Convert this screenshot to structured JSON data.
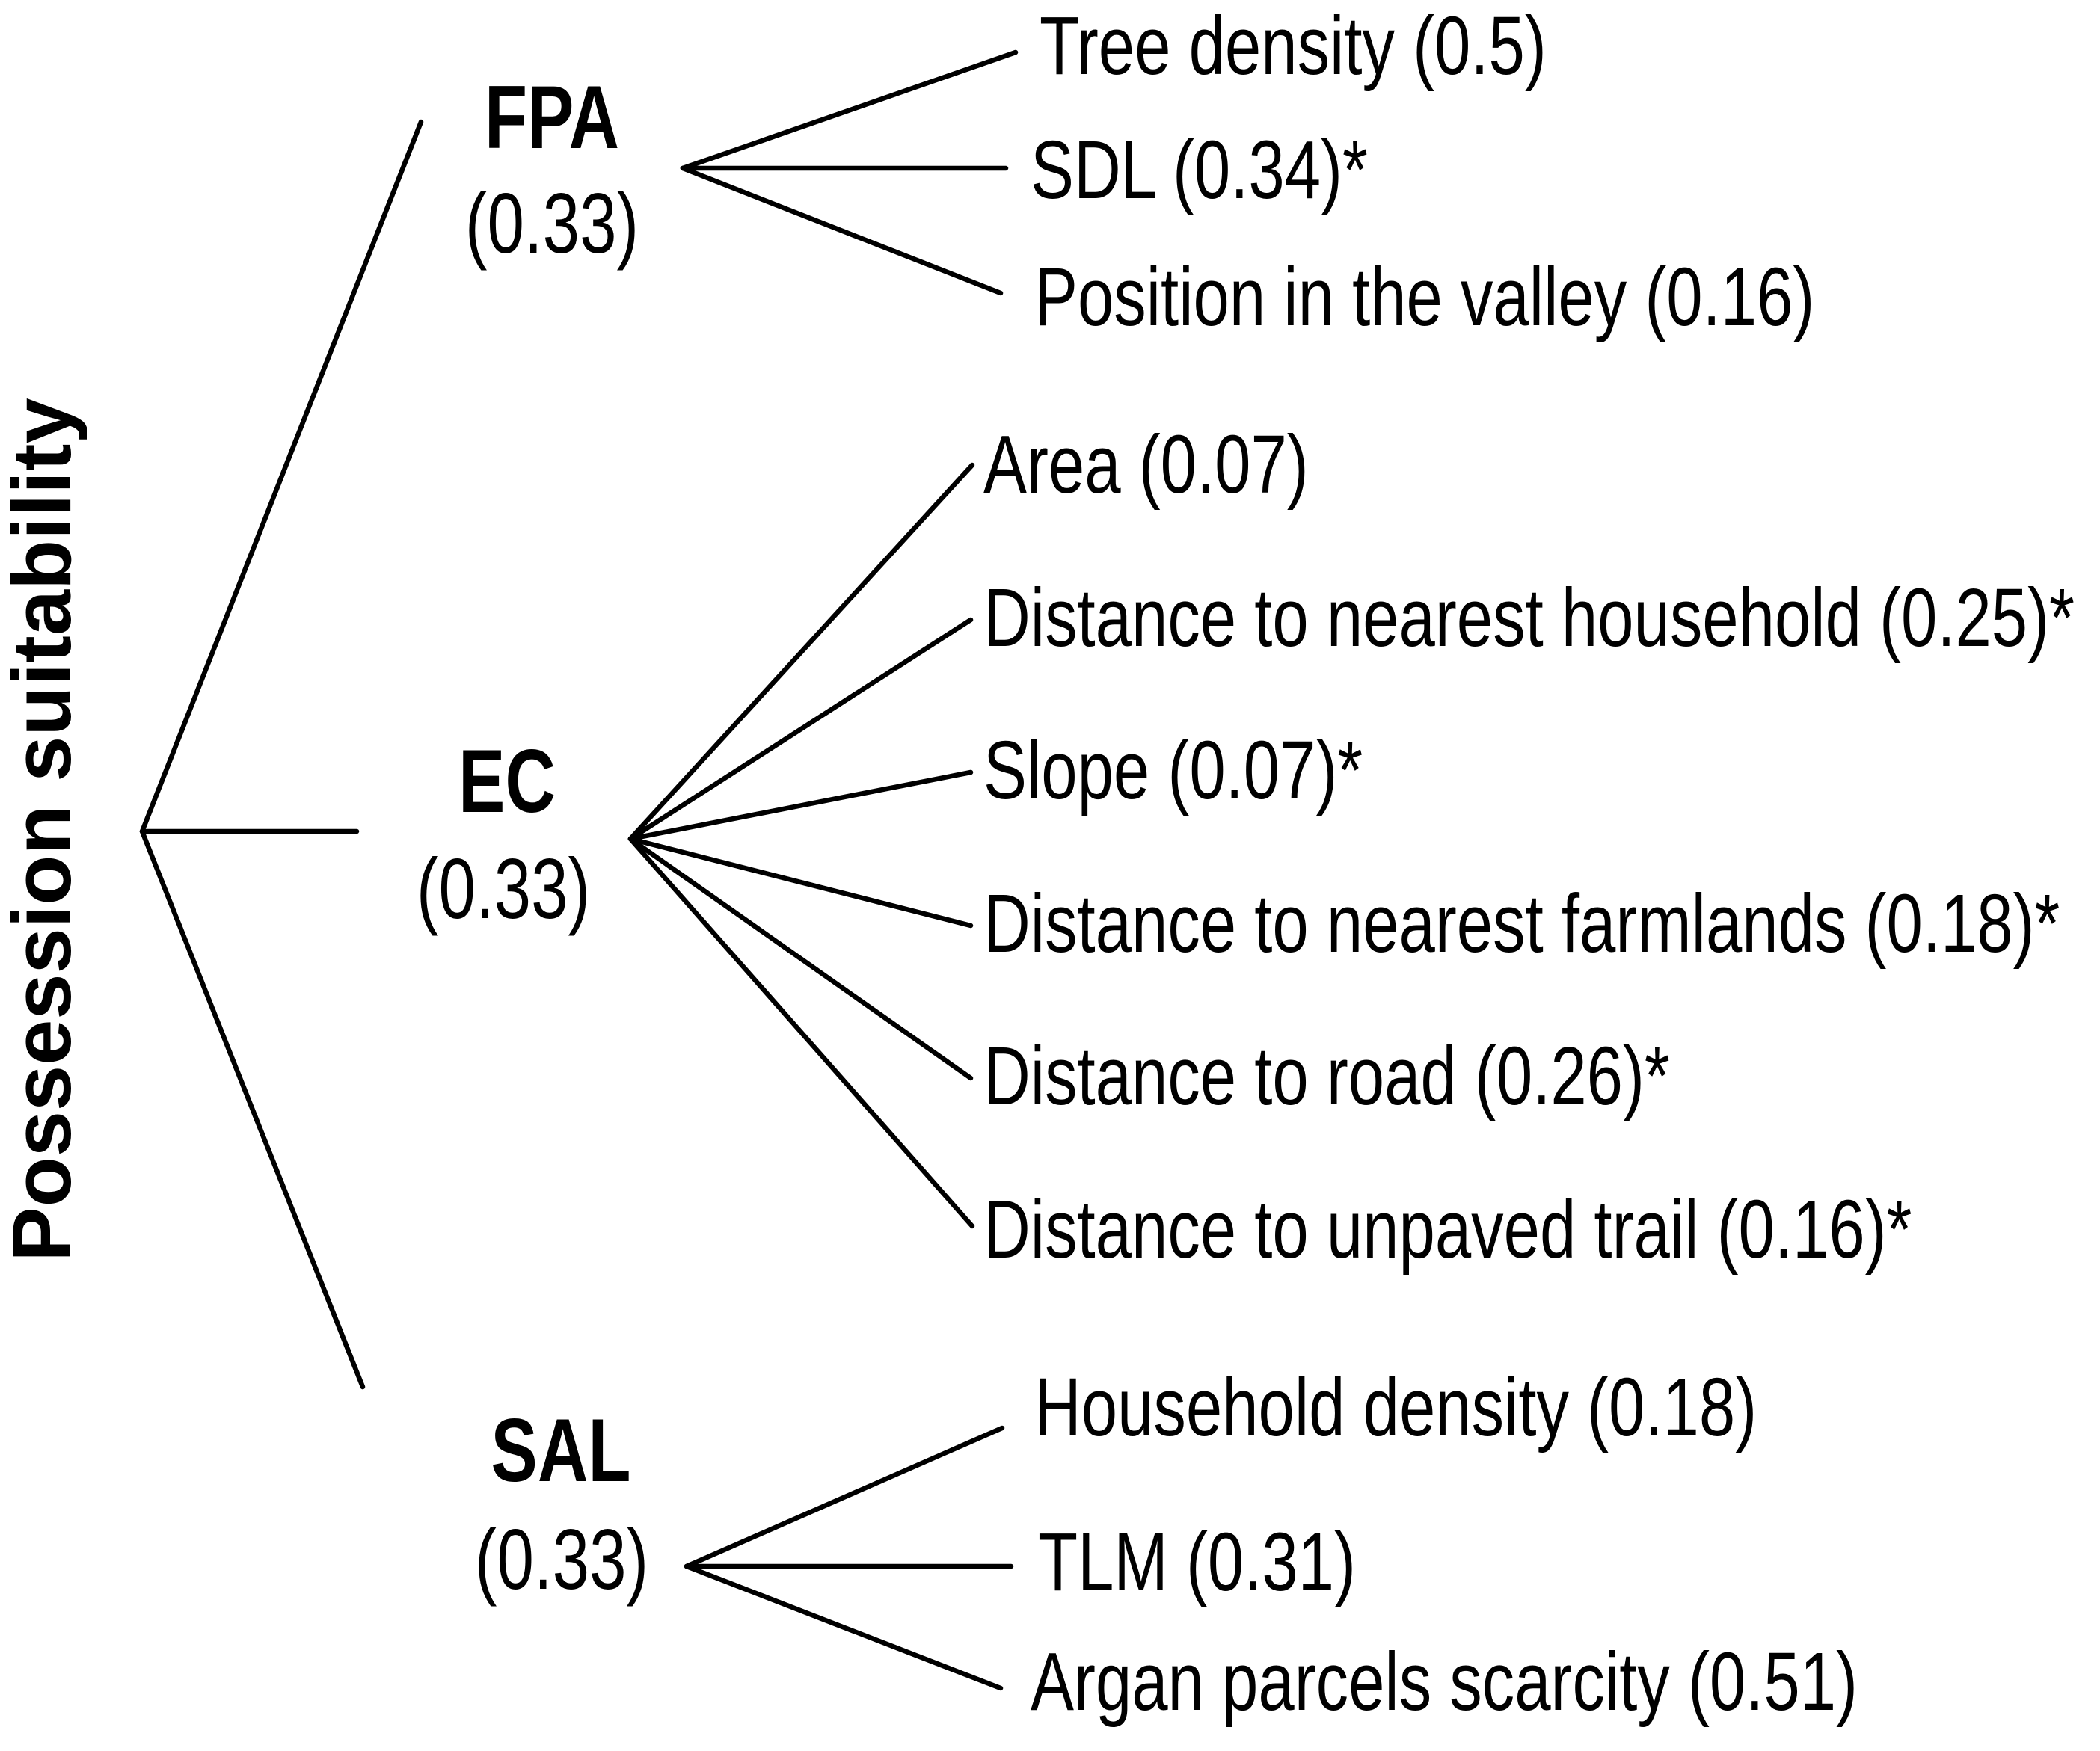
{
  "title": "Possession suitability",
  "colors": {
    "background": "#ffffff",
    "foreground": "#000000"
  },
  "criteria": [
    {
      "code": "FPA",
      "weight": "(0.33)",
      "leaves": [
        {
          "name": "Tree density",
          "weight": 0.5,
          "starred": false,
          "display": "Tree density (0.5)"
        },
        {
          "name": "SDL",
          "weight": 0.34,
          "starred": true,
          "display": "SDL (0.34)*"
        },
        {
          "name": "Position in the valley",
          "weight": 0.16,
          "starred": false,
          "display": "Position in the valley (0.16)"
        }
      ]
    },
    {
      "code": "EC",
      "weight": "(0.33)",
      "leaves": [
        {
          "name": "Area",
          "weight": 0.07,
          "starred": false,
          "display": "Area (0.07)"
        },
        {
          "name": "Distance to nearest household",
          "weight": 0.25,
          "starred": true,
          "display": "Distance to nearest household (0.25)*"
        },
        {
          "name": "Slope",
          "weight": 0.07,
          "starred": true,
          "display": "Slope (0.07)*"
        },
        {
          "name": "Distance to nearest farmlands",
          "weight": 0.18,
          "starred": true,
          "display": "Distance to nearest farmlands (0.18)*"
        },
        {
          "name": "Distance to road",
          "weight": 0.26,
          "starred": true,
          "display": "Distance to road (0.26)*"
        },
        {
          "name": "Distance to unpaved trail",
          "weight": 0.16,
          "starred": true,
          "display": "Distance to unpaved trail (0.16)*"
        }
      ]
    },
    {
      "code": "SAL",
      "weight": "(0.33)",
      "leaves": [
        {
          "name": "Household density",
          "weight": 0.18,
          "starred": false,
          "display": "Household density (0.18)"
        },
        {
          "name": "TLM",
          "weight": 0.31,
          "starred": false,
          "display": "TLM (0.31)"
        },
        {
          "name": "Argan parcels scarcity",
          "weight": 0.51,
          "starred": false,
          "display": "Argan parcels scarcity (0.51)"
        }
      ]
    }
  ]
}
